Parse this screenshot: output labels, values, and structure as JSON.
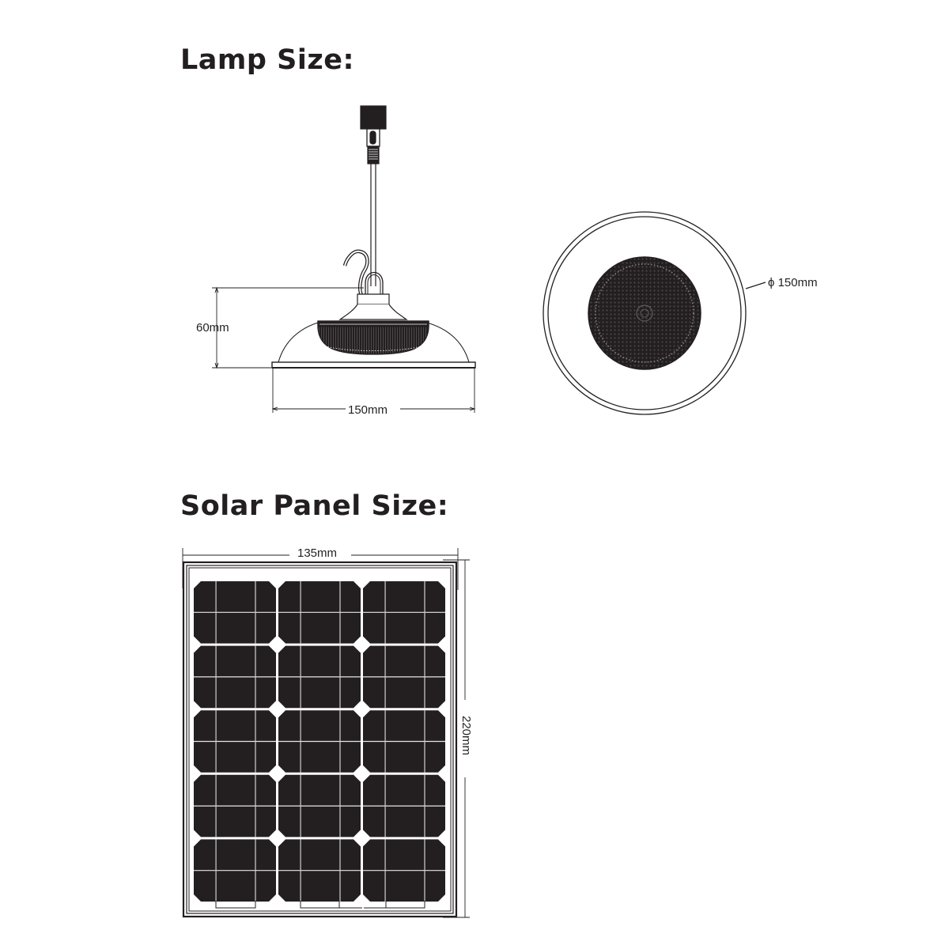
{
  "lamp_section": {
    "heading": "Lamp Size:",
    "side_view": {
      "height_label": "60mm",
      "width_label": "150mm"
    },
    "bottom_view": {
      "diameter_label": "ϕ 150mm"
    }
  },
  "solar_section": {
    "heading": "Solar Panel Size:",
    "panel": {
      "width_label": "135mm",
      "height_label": "220mm",
      "module_columns": 3,
      "cells_per_module_row": 3,
      "cell_rows": 10
    }
  },
  "colors": {
    "ink": "#231f20",
    "background": "#ffffff"
  }
}
